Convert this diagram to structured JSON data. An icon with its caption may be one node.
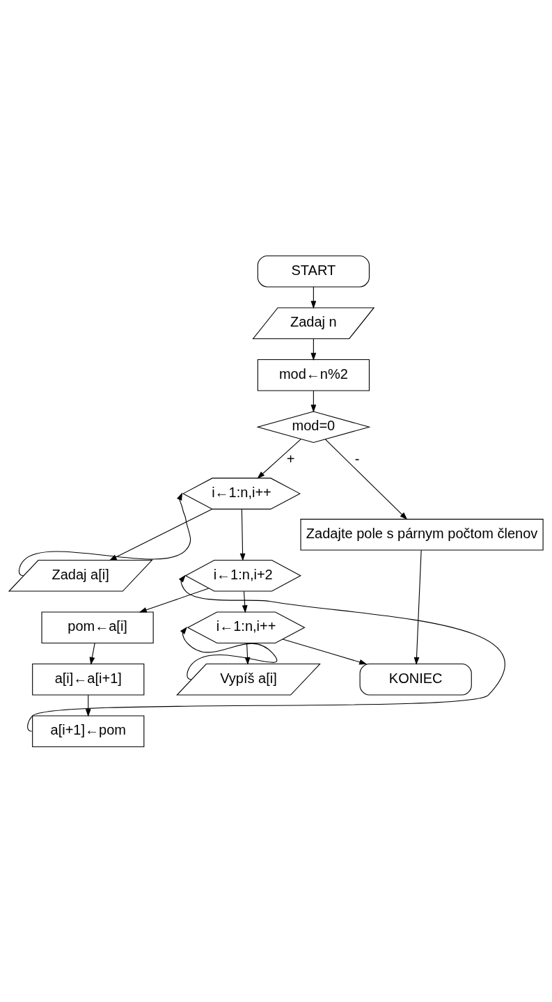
{
  "diagram": {
    "nodes": [
      {
        "text": [
          "START"
        ]
      },
      {
        "text": [
          "Zadaj n"
        ]
      },
      {
        "text": [
          "mod←n%2"
        ]
      },
      {
        "text": [
          "mod=0"
        ]
      },
      {
        "text": [
          "i←1:n,i++"
        ]
      },
      {
        "text": [
          "Zadaj a[i]"
        ]
      },
      {
        "text": [
          "i←1:n,i+2"
        ]
      },
      {
        "text": [
          "pom←a[i]"
        ]
      },
      {
        "text": [
          "a[i]←a[i+1]"
        ]
      },
      {
        "text": [
          "a[i+1]←pom"
        ]
      },
      {
        "text": [
          "i←1:n,i++"
        ]
      },
      {
        "text": [
          "Vypíš a[i]"
        ]
      },
      {
        "text": [
          "Zadajte pole s párnym počtom členov"
        ]
      },
      {
        "text": [
          "KONIEC"
        ]
      }
    ],
    "edges": [
      {
        "from": 0,
        "to": 1,
        "arrow": "to"
      },
      {
        "from": 1,
        "to": 2,
        "arrow": "to"
      },
      {
        "from": 2,
        "to": 3,
        "arrow": "to"
      },
      {
        "from": 3,
        "to": 4,
        "arrow": "to",
        "label": "+"
      },
      {
        "from": 3,
        "to": 12,
        "arrow": "to",
        "label": "-"
      },
      {
        "from": 4,
        "to": 5,
        "arrow": "to"
      },
      {
        "from": 5,
        "to": 4,
        "arrow": "to"
      },
      {
        "from": 4,
        "to": 6,
        "arrow": "to"
      },
      {
        "from": 6,
        "to": 7,
        "arrow": "to"
      },
      {
        "from": 7,
        "to": 8,
        "arrow": "to"
      },
      {
        "from": 8,
        "to": 9,
        "arrow": "to"
      },
      {
        "from": 9,
        "to": 6,
        "arrow": "to"
      },
      {
        "from": 6,
        "to": 10,
        "arrow": "to"
      },
      {
        "from": 10,
        "to": 11,
        "arrow": "to"
      },
      {
        "from": 11,
        "to": 10,
        "arrow": "to"
      },
      {
        "from": 10,
        "to": 13,
        "arrow": "to"
      },
      {
        "from": 12,
        "to": 13,
        "arrow": "to"
      }
    ]
  }
}
